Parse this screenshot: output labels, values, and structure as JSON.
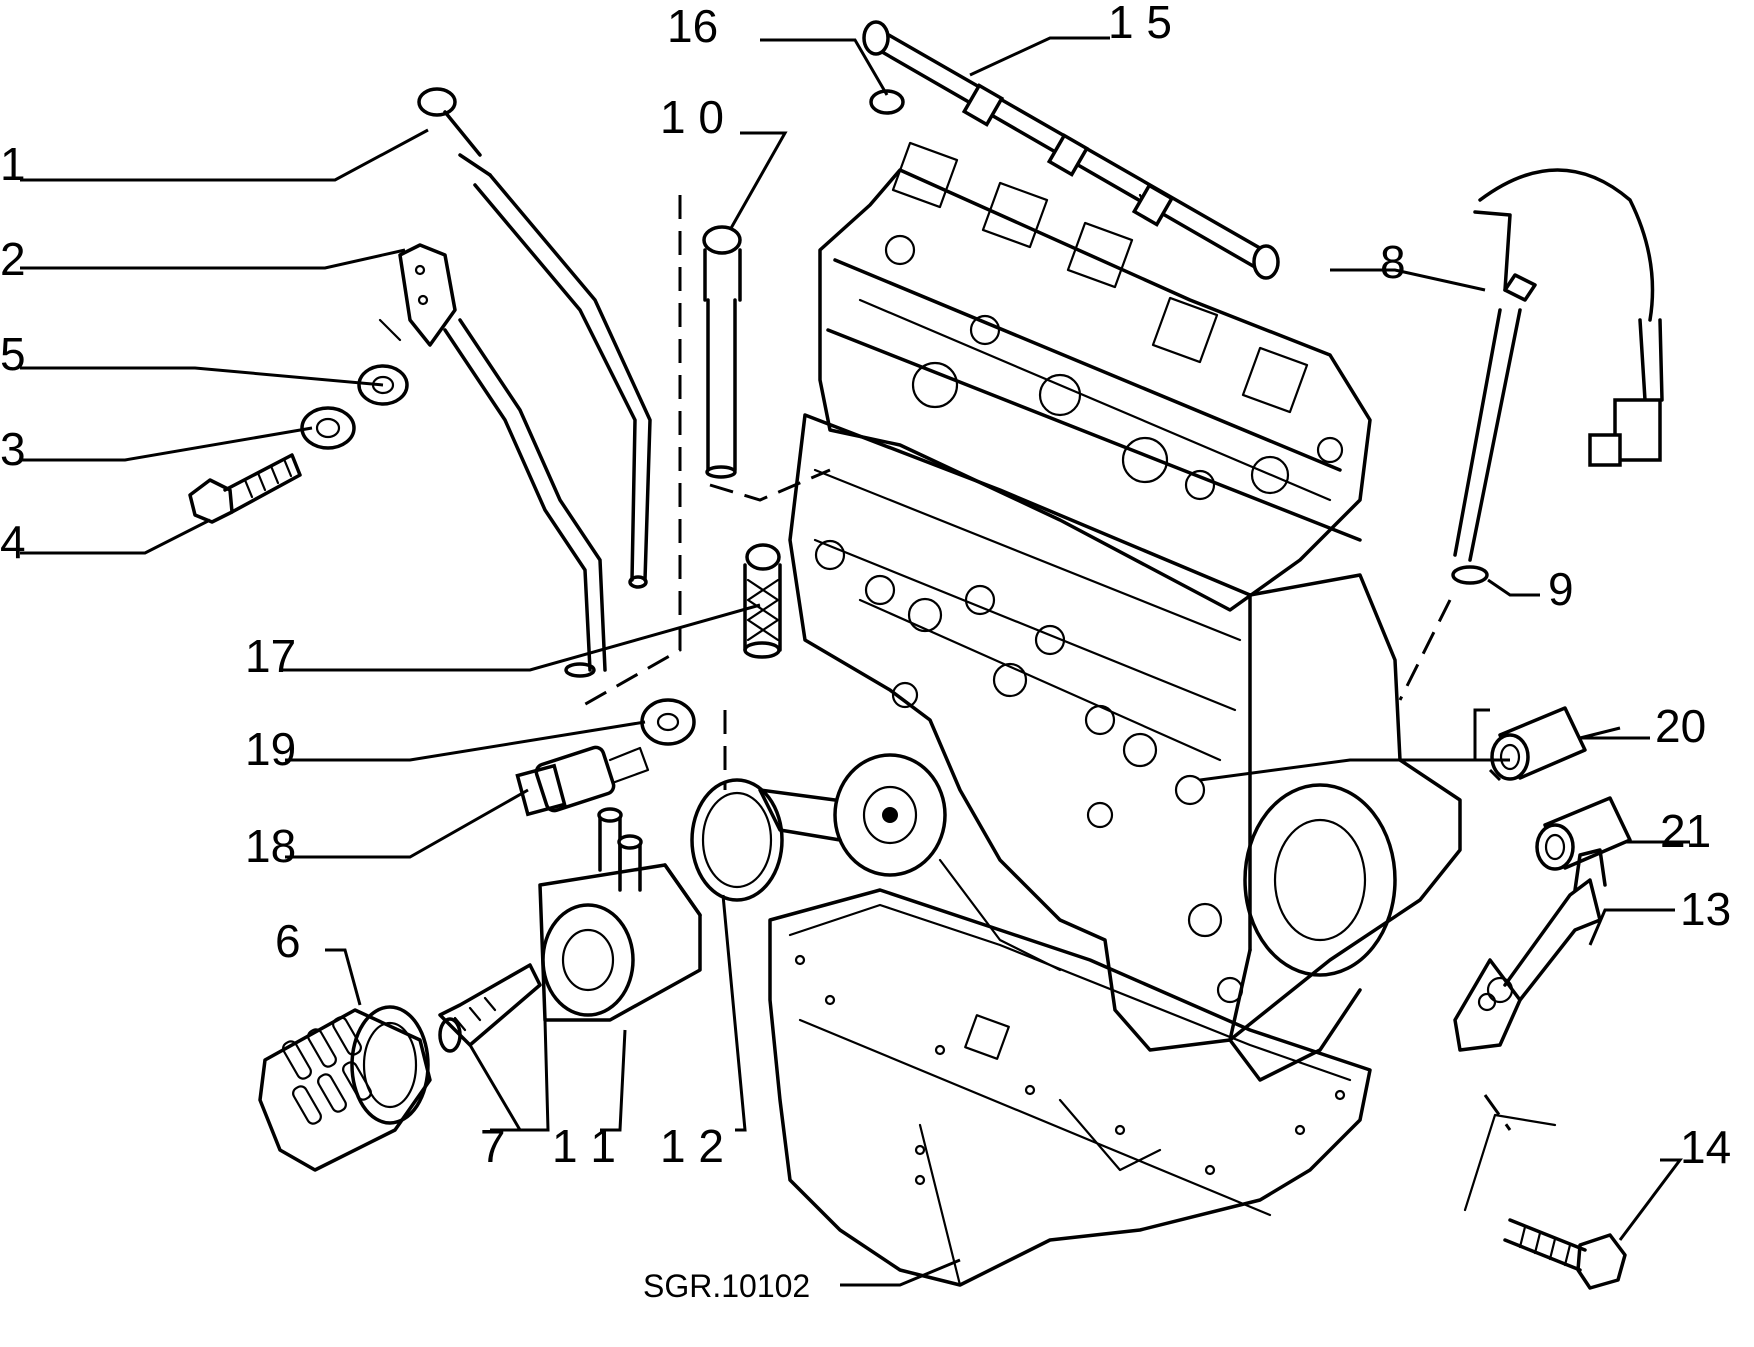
{
  "reference_code": "SGR.10102",
  "callouts": [
    {
      "id": "1",
      "text": "1"
    },
    {
      "id": "2",
      "text": "2"
    },
    {
      "id": "3",
      "text": "3"
    },
    {
      "id": "4",
      "text": "4"
    },
    {
      "id": "5",
      "text": "5"
    },
    {
      "id": "6",
      "text": "6"
    },
    {
      "id": "7",
      "text": "7"
    },
    {
      "id": "8",
      "text": "8"
    },
    {
      "id": "9",
      "text": "9"
    },
    {
      "id": "10",
      "text": "1 0"
    },
    {
      "id": "11",
      "text": "1 1"
    },
    {
      "id": "12",
      "text": "1 2"
    },
    {
      "id": "13",
      "text": "13"
    },
    {
      "id": "14",
      "text": "14"
    },
    {
      "id": "15",
      "text": "1 5"
    },
    {
      "id": "16",
      "text": "16"
    },
    {
      "id": "17",
      "text": "17"
    },
    {
      "id": "18",
      "text": "18"
    },
    {
      "id": "19",
      "text": "19"
    },
    {
      "id": "20",
      "text": "20"
    },
    {
      "id": "21",
      "text": "21"
    }
  ]
}
